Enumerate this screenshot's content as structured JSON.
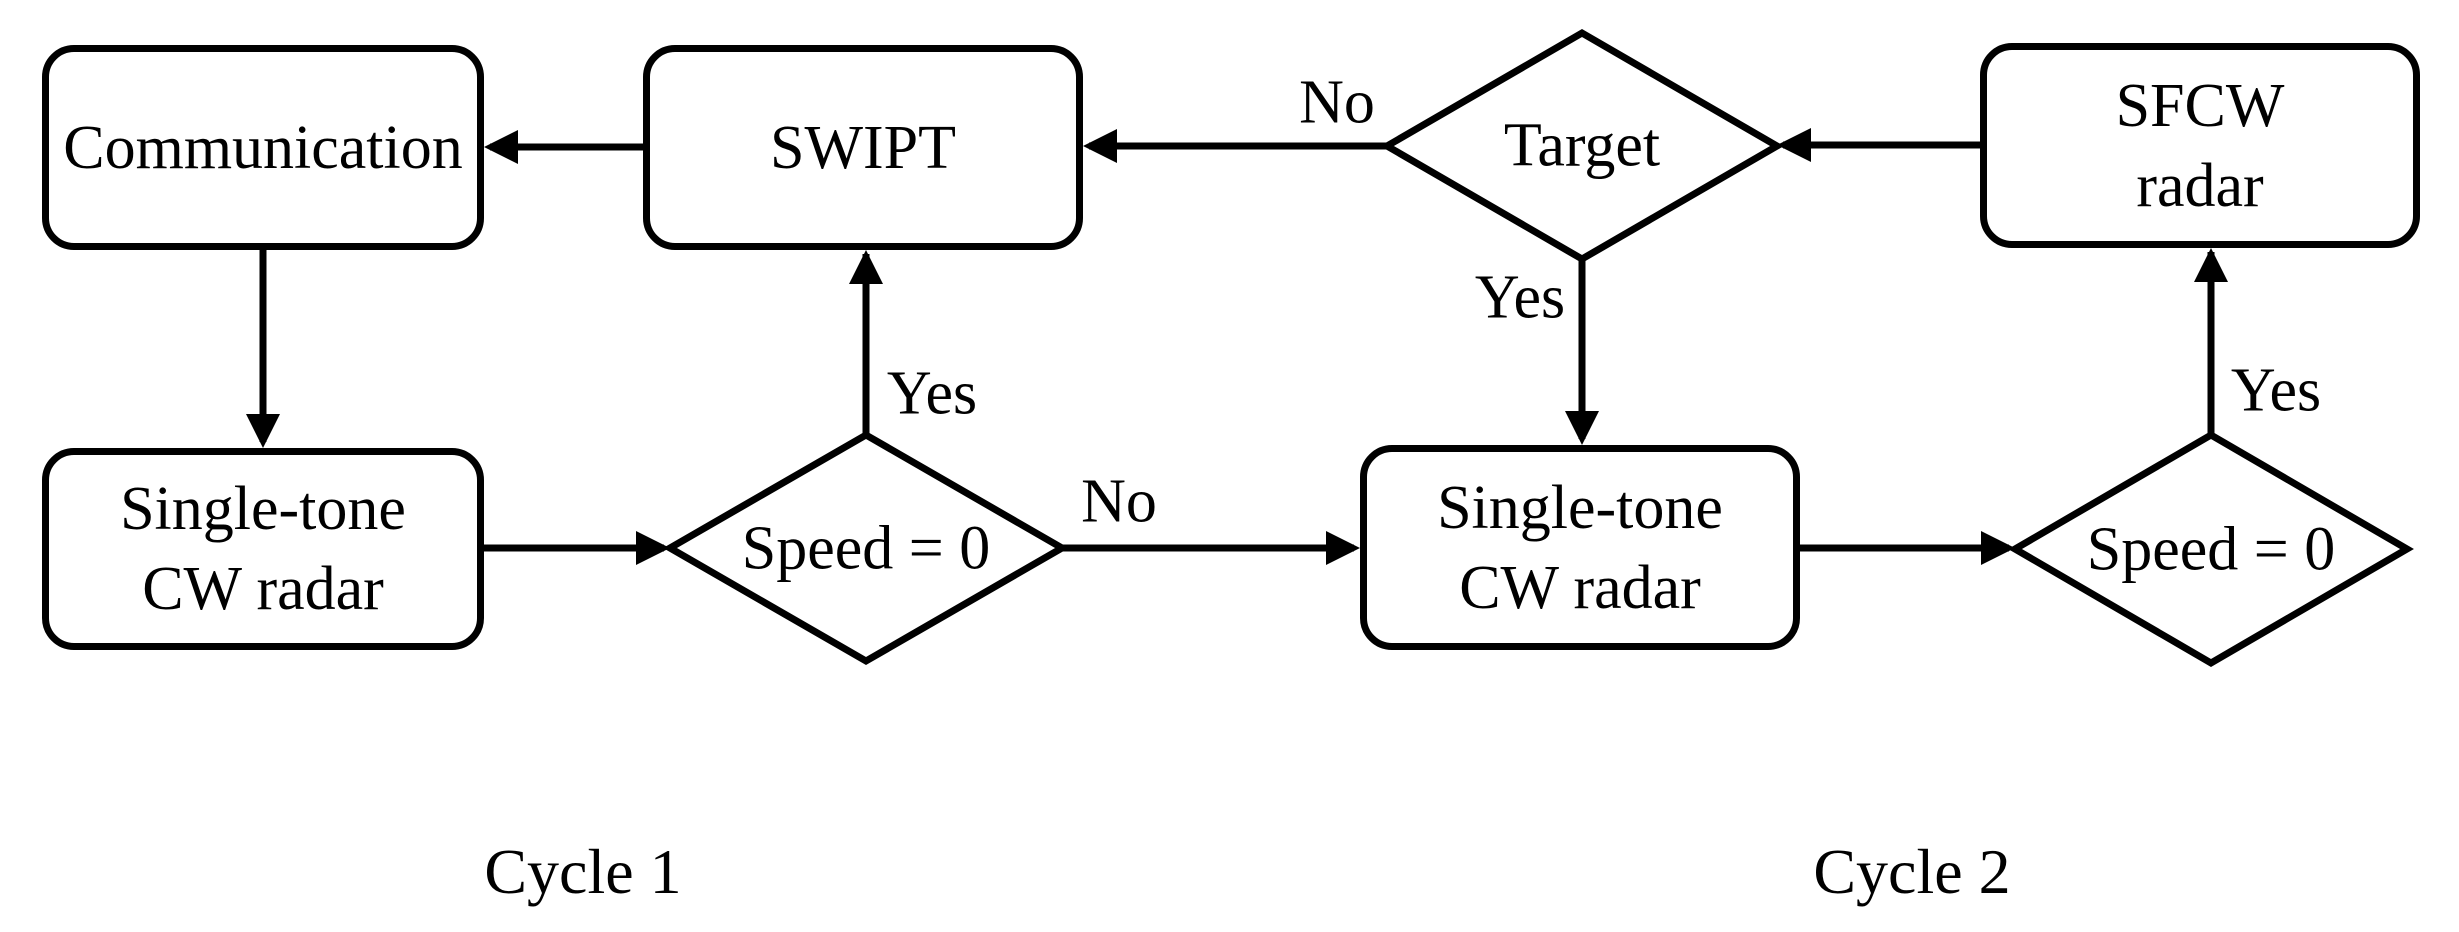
{
  "diagram": {
    "background_color": "#ffffff",
    "stroke_color": "#000000",
    "nodes": {
      "communication": {
        "type": "process",
        "lines": [
          "Communication"
        ]
      },
      "swipt": {
        "type": "process",
        "lines": [
          "SWIPT"
        ]
      },
      "sfcw": {
        "type": "process",
        "lines": [
          "SFCW",
          "radar"
        ]
      },
      "single_tone_1": {
        "type": "process",
        "lines": [
          "Single-tone",
          "CW radar"
        ]
      },
      "single_tone_2": {
        "type": "process",
        "lines": [
          "Single-tone",
          "CW radar"
        ]
      },
      "target": {
        "type": "decision",
        "label": "Target"
      },
      "speed_1": {
        "type": "decision",
        "label": "Speed = 0"
      },
      "speed_2": {
        "type": "decision",
        "label": "Speed = 0"
      }
    },
    "edges": [
      {
        "from": "swipt",
        "to": "communication",
        "label": ""
      },
      {
        "from": "communication",
        "to": "single_tone_1",
        "label": ""
      },
      {
        "from": "single_tone_1",
        "to": "speed_1",
        "label": ""
      },
      {
        "from": "speed_1",
        "to": "swipt",
        "label": "Yes"
      },
      {
        "from": "speed_1",
        "to": "single_tone_2",
        "label": "No"
      },
      {
        "from": "target",
        "to": "swipt",
        "label": "No"
      },
      {
        "from": "target",
        "to": "single_tone_2",
        "label": "Yes"
      },
      {
        "from": "single_tone_2",
        "to": "speed_2",
        "label": ""
      },
      {
        "from": "speed_2",
        "to": "sfcw",
        "label": "Yes"
      },
      {
        "from": "sfcw",
        "to": "target",
        "label": ""
      }
    ],
    "captions": {
      "cycle1": "Cycle 1",
      "cycle2": "Cycle 2"
    }
  }
}
